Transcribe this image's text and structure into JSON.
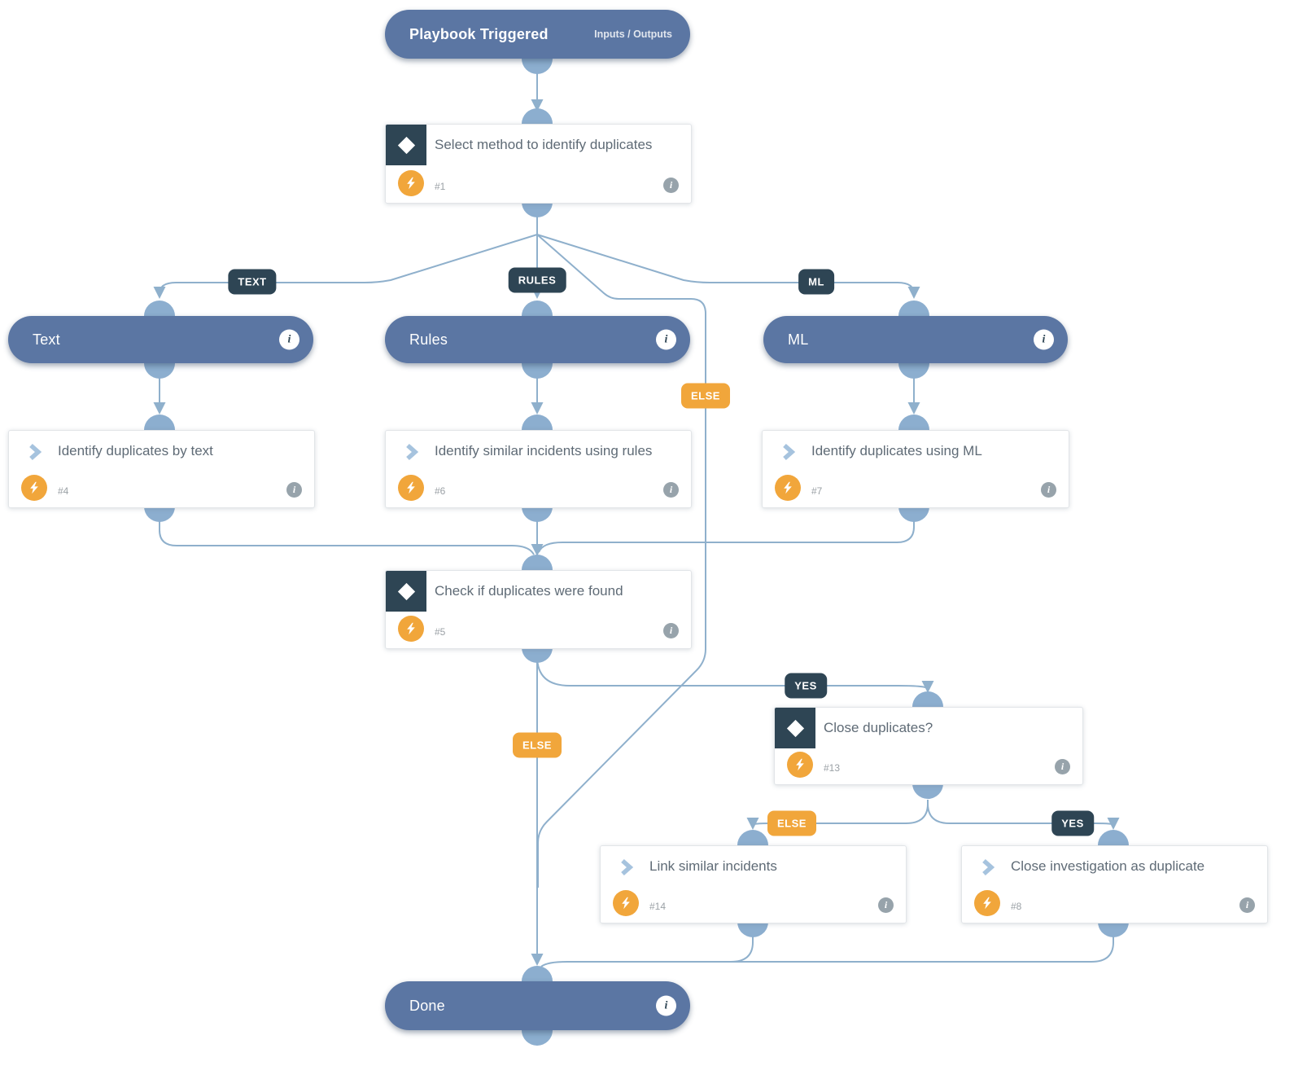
{
  "start": {
    "label": "Playbook Triggered",
    "io_link": "Inputs / Outputs"
  },
  "pills": {
    "text": "Text",
    "rules": "Rules",
    "ml": "ML",
    "done": "Done"
  },
  "tasks": {
    "t1": {
      "num": "#1",
      "title": "Select method to identify duplicates",
      "type": "condition"
    },
    "t4": {
      "num": "#4",
      "title": "Identify duplicates by text",
      "type": "task"
    },
    "t6": {
      "num": "#6",
      "title": "Identify similar incidents using rules",
      "type": "task"
    },
    "t7": {
      "num": "#7",
      "title": "Identify duplicates using ML",
      "type": "task"
    },
    "t5": {
      "num": "#5",
      "title": "Check if duplicates were found",
      "type": "condition"
    },
    "t13": {
      "num": "#13",
      "title": "Close duplicates?",
      "type": "condition"
    },
    "t14": {
      "num": "#14",
      "title": "Link similar incidents",
      "type": "task"
    },
    "t8": {
      "num": "#8",
      "title": "Close investigation as duplicate",
      "type": "task"
    }
  },
  "labels": {
    "text": "TEXT",
    "rules": "RULES",
    "ml": "ML",
    "else1": "ELSE",
    "yes1": "YES",
    "else2": "ELSE",
    "else3": "ELSE",
    "yes2": "YES"
  },
  "icons": {
    "info": "i"
  },
  "colors": {
    "pill": "#5b76a3",
    "line": "#8fb0cc",
    "node": "#8caecf",
    "navy_label": "#2e4554",
    "orange_label": "#f1a63b",
    "card_title": "#5f6b76",
    "bolt_circle": "#f1a63b",
    "chevron": "#a6c3de"
  }
}
